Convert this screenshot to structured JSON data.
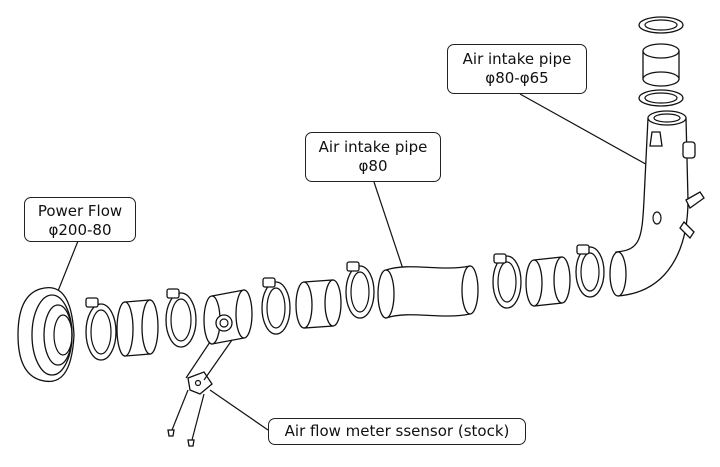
{
  "callouts": {
    "power_flow": {
      "line1": "Power Flow",
      "line2": "φ200-80"
    },
    "mid_pipe": {
      "line1": "Air intake pipe",
      "line2": "φ80"
    },
    "top_pipe": {
      "line1": "Air intake pipe",
      "line2": "φ80-φ65"
    },
    "sensor": {
      "line1": "Air flow meter ssensor (stock)"
    }
  },
  "colors": {
    "line": "#111111",
    "fill": "#ffffff"
  }
}
